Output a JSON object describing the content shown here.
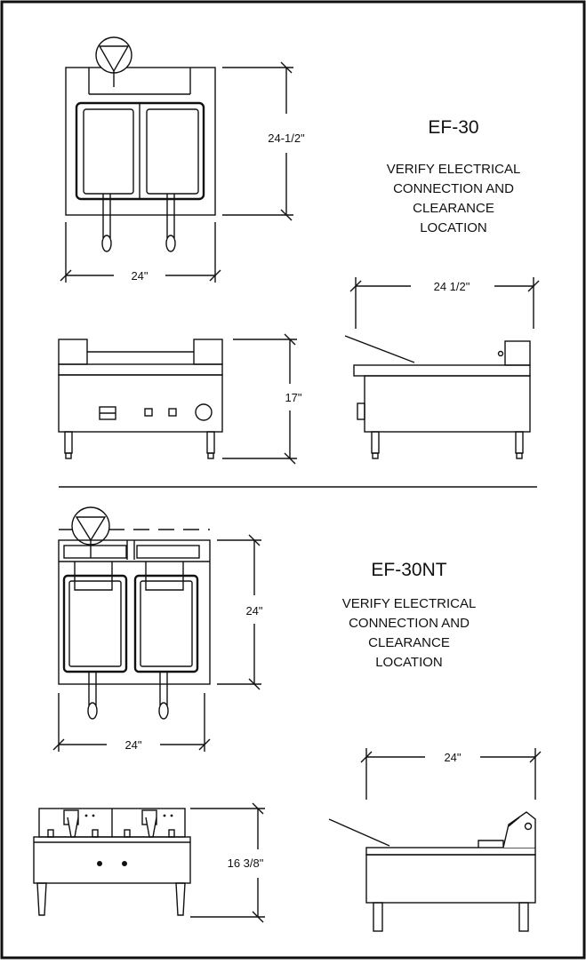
{
  "top_unit": {
    "model": "EF-30",
    "note_lines": [
      "VERIFY ELECTRICAL",
      "CONNECTION AND",
      "CLEARANCE",
      "LOCATION"
    ],
    "dims": {
      "plan_depth": "24-1/2\"",
      "plan_width": "24\"",
      "side_depth": "24 1/2\"",
      "front_height": "17\""
    }
  },
  "bottom_unit": {
    "model": "EF-30NT",
    "note_lines": [
      "VERIFY ELECTRICAL",
      "CONNECTION AND",
      "CLEARANCE",
      "LOCATION"
    ],
    "dims": {
      "plan_depth": "24\"",
      "plan_width": "24\"",
      "side_depth": "24\"",
      "front_height": "16 3/8\""
    }
  }
}
